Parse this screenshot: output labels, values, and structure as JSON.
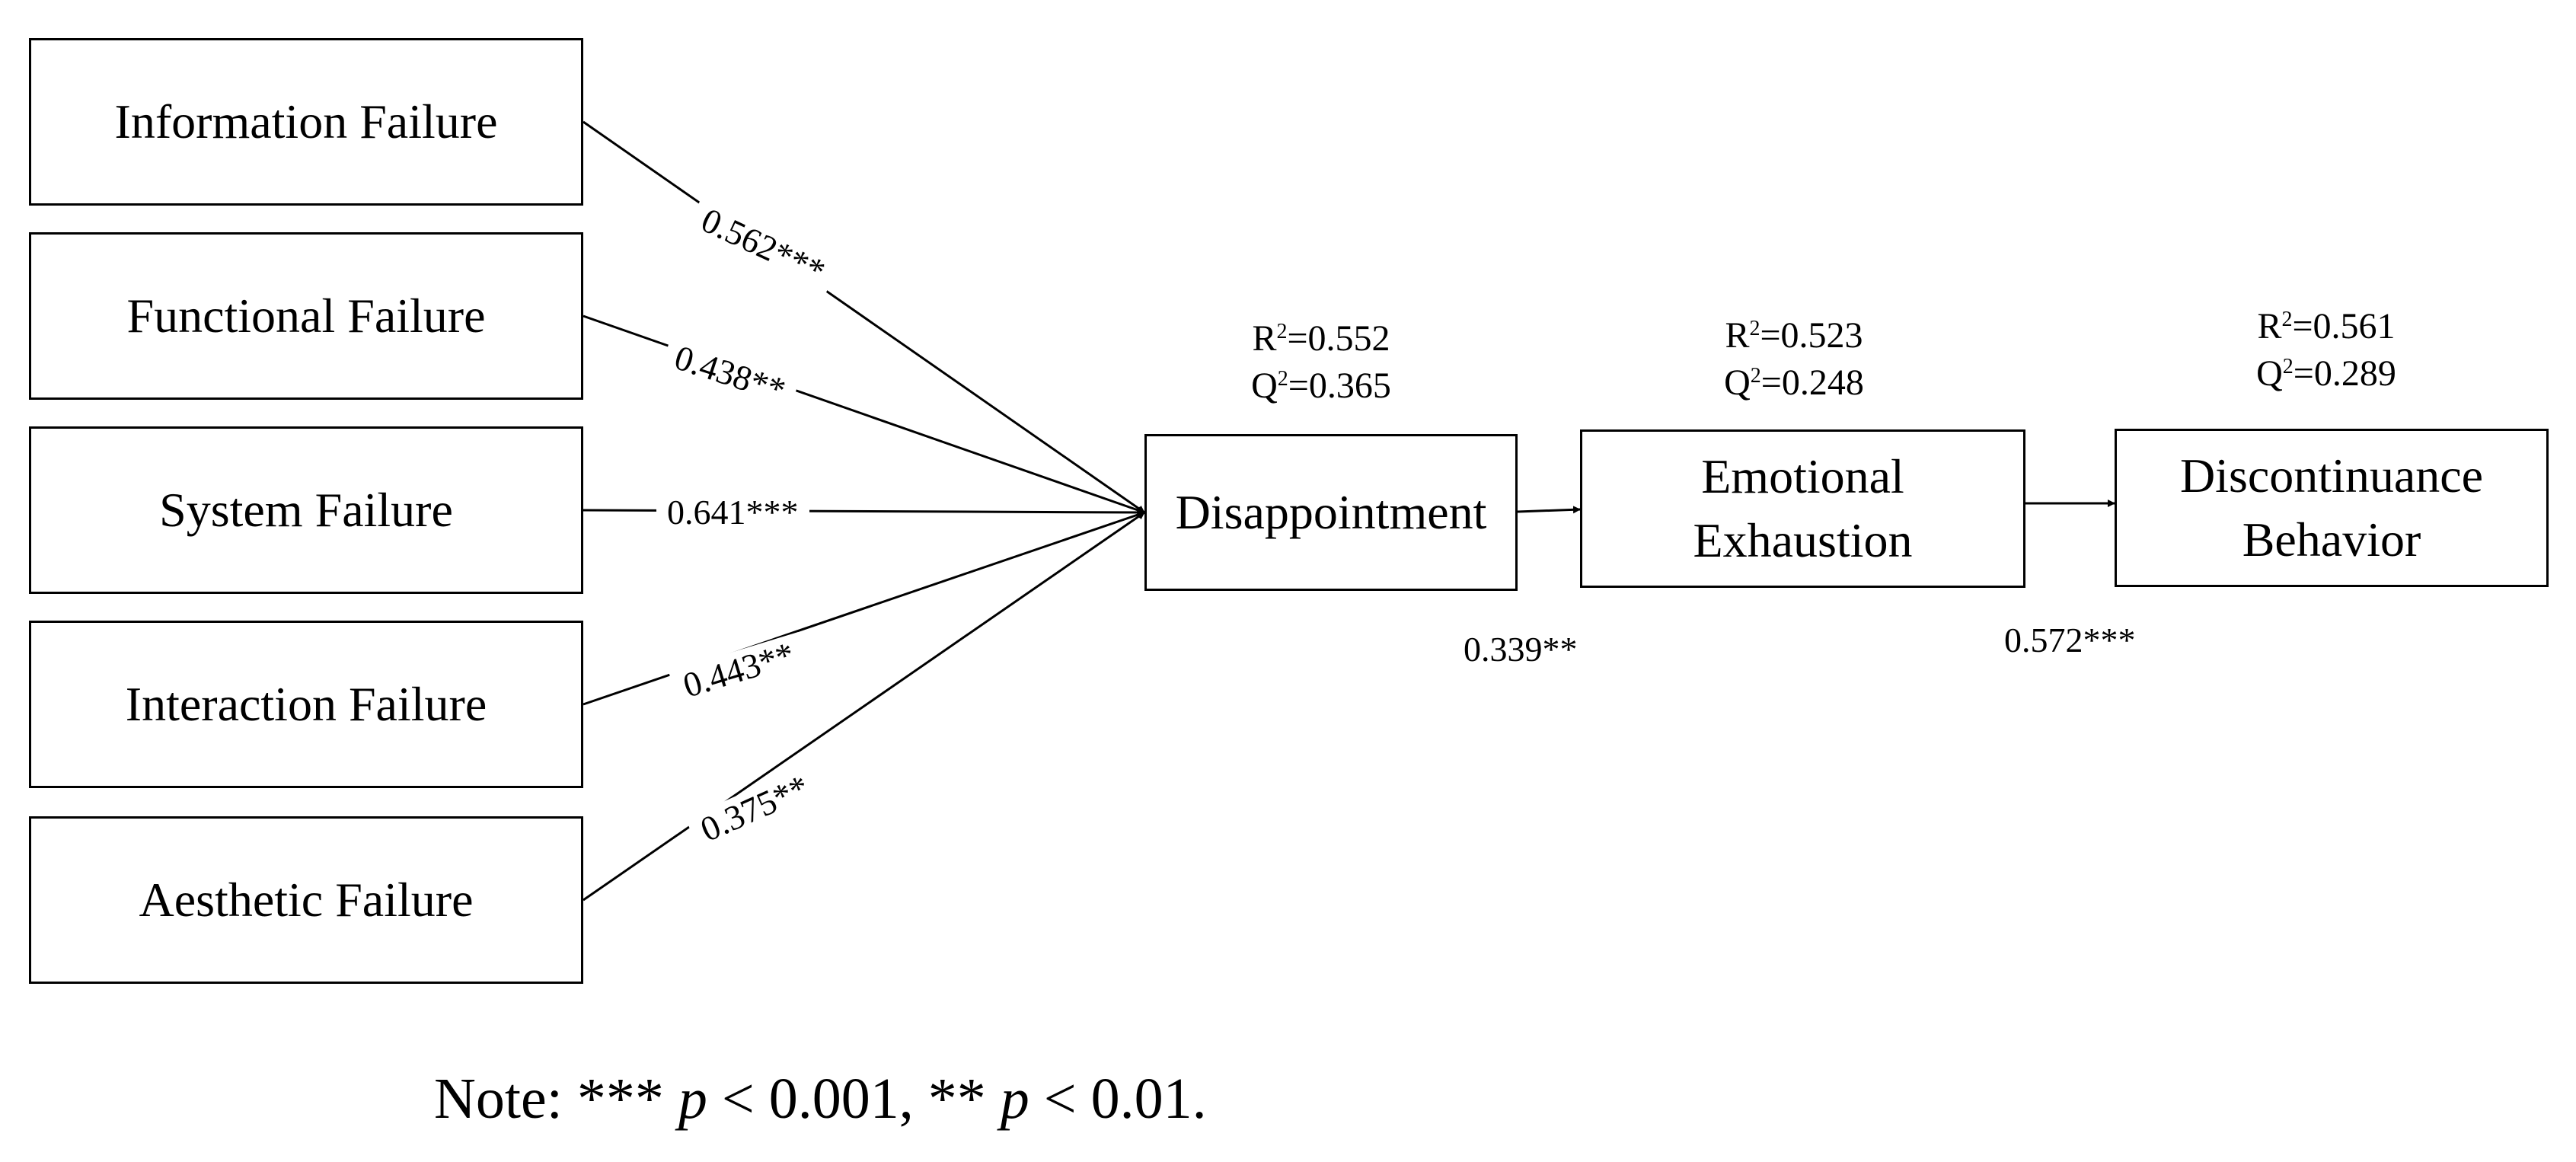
{
  "sources": [
    {
      "id": "information",
      "label": "Information Failure"
    },
    {
      "id": "functional",
      "label": "Functional Failure"
    },
    {
      "id": "system",
      "label": "System Failure"
    },
    {
      "id": "interaction",
      "label": "Interaction Failure"
    },
    {
      "id": "aesthetic",
      "label": "Aesthetic Failure"
    }
  ],
  "targets": [
    {
      "id": "disappointment",
      "lines": [
        "Disappointment"
      ],
      "r2": "0.552",
      "q2": "0.365"
    },
    {
      "id": "emotional_exhaustion",
      "lines": [
        "Emotional",
        "Exhaustion"
      ],
      "r2": "0.523",
      "q2": "0.248"
    },
    {
      "id": "discontinuance_behavior",
      "lines": [
        "Discontinuance",
        "Behavior"
      ],
      "r2": "0.561",
      "q2": "0.289"
    }
  ],
  "paths": [
    {
      "from": "information",
      "to": "disappointment",
      "coef": "0.562***"
    },
    {
      "from": "functional",
      "to": "disappointment",
      "coef": "0.438**"
    },
    {
      "from": "system",
      "to": "disappointment",
      "coef": "0.641***"
    },
    {
      "from": "interaction",
      "to": "disappointment",
      "coef": "0.443**"
    },
    {
      "from": "aesthetic",
      "to": "disappointment",
      "coef": "0.375**"
    },
    {
      "from": "disappointment",
      "to": "emotional_exhaustion",
      "coef": "0.339**"
    },
    {
      "from": "emotional_exhaustion",
      "to": "discontinuance_behavior",
      "coef": "0.572***"
    }
  ],
  "stat_labels": {
    "r": "R",
    "q": "Q",
    "sup": "2",
    "eq": "="
  },
  "note": {
    "prefix": "Note: ",
    "three_star": "*** ",
    "p": "p",
    "lt_001": " < 0.001, ",
    "two_star": "** ",
    "lt_01": " < 0.01."
  }
}
